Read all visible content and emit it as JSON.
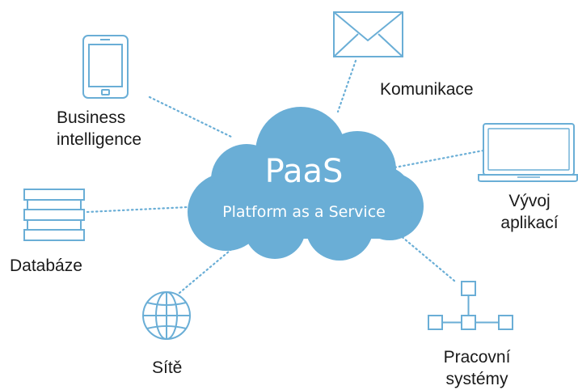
{
  "cloud": {
    "title": "PaaS",
    "subtitle": "Platform as a Service",
    "color": "#6aaed6"
  },
  "icon_color": "#6aaed6",
  "line_color": "#6aaed6",
  "nodes": {
    "business_intelligence": {
      "line1": "Business",
      "line2": "intelligence",
      "icon": "smartphone-icon"
    },
    "komunikace": {
      "label": "Komunikace",
      "icon": "envelope-icon"
    },
    "vyvoj_aplikaci": {
      "line1": "Vývoj",
      "line2": "aplikací",
      "icon": "laptop-icon"
    },
    "databaze": {
      "label": "Databáze",
      "icon": "database-icon"
    },
    "site": {
      "label": "Sítě",
      "icon": "globe-icon"
    },
    "pracovni_systemy": {
      "line1": "Pracovní",
      "line2": "systémy",
      "icon": "workflow-icon"
    }
  }
}
